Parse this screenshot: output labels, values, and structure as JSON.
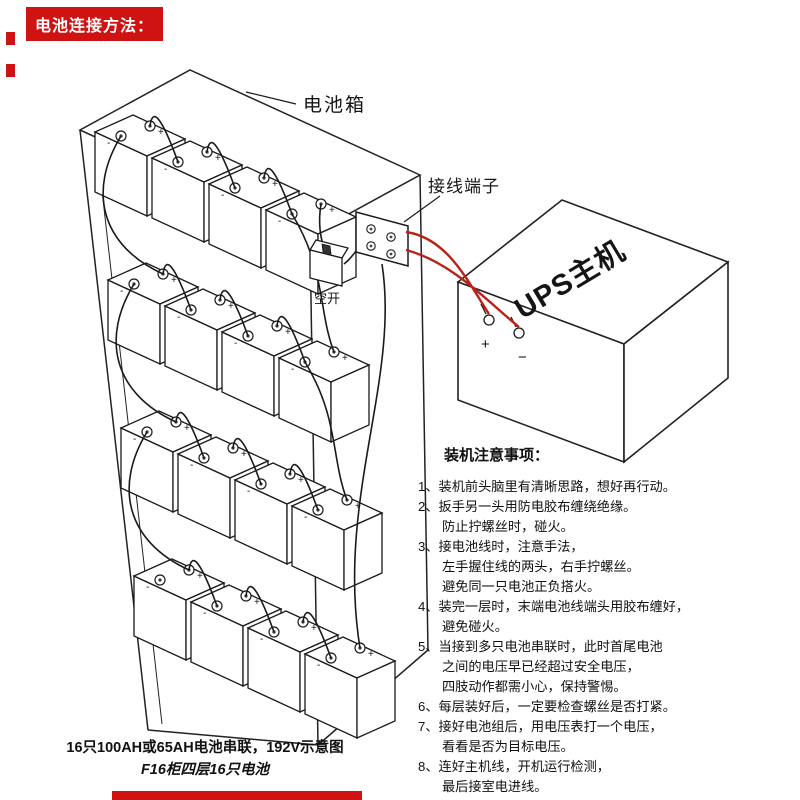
{
  "banner": {
    "title": "电池连接方法："
  },
  "diagram": {
    "battery_box_label": "电池箱",
    "terminal_label": "接线端子",
    "breaker_label": "空开",
    "ups_label": "UPS主机",
    "ups_plus": "+",
    "ups_minus": "−",
    "term_plus": "+",
    "term_minus": "-",
    "colors": {
      "wire_red": "#b82218",
      "ink": "#1a1a1a",
      "banner_red": "#cf1212"
    }
  },
  "notes": {
    "heading": "装机注意事项：",
    "lines": [
      "1、装机前头脑里有清晰思路，想好再行动。",
      "2、扳手另一头用防电胶布缠绕绝缘。",
      "防止拧螺丝时，碰火。",
      "3、接电池线时，注意手法，",
      "左手握住线的两头，右手拧螺丝。",
      "避免同一只电池正负搭火。",
      "4、装完一层时，末端电池线端头用胶布缠好，",
      "避免碰火。",
      "5、当接到多只电池串联时，此时首尾电池",
      "之间的电压早已经超过安全电压，",
      "四肢动作都需小心，保持警惕。",
      "6、每层装好后，一定要检查螺丝是否打紧。",
      "7、接好电池组后，用电压表打一个电压，",
      "看看是否为目标电压。",
      "8、连好主机线，开机运行检测，",
      "最后接室电进线。"
    ]
  },
  "captions": {
    "line1": "16只100AH或65AH电池串联，192V示意图",
    "line2": "F16柜四层16只电池"
  }
}
